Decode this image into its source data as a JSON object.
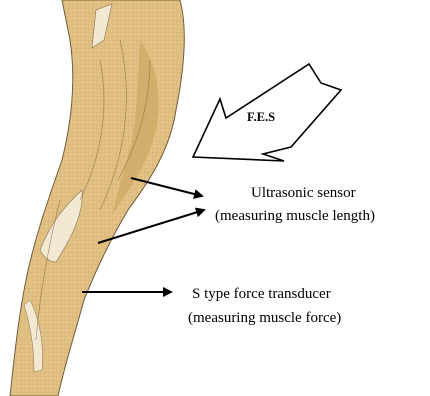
{
  "figure": {
    "big_arrow_label": "F.E.S",
    "sensor_label_line1": "Ultrasonic sensor",
    "sensor_label_line2": "(measuring muscle length)",
    "force_label_line1": "S type force transducer",
    "force_label_line2": "(measuring muscle force)"
  },
  "colors": {
    "muscle_fill": "#e2c184",
    "muscle_shadow": "#c9a35f",
    "tendon": "#f3e9d3",
    "outline": "#6e5a3c",
    "arrow": "#000000"
  }
}
